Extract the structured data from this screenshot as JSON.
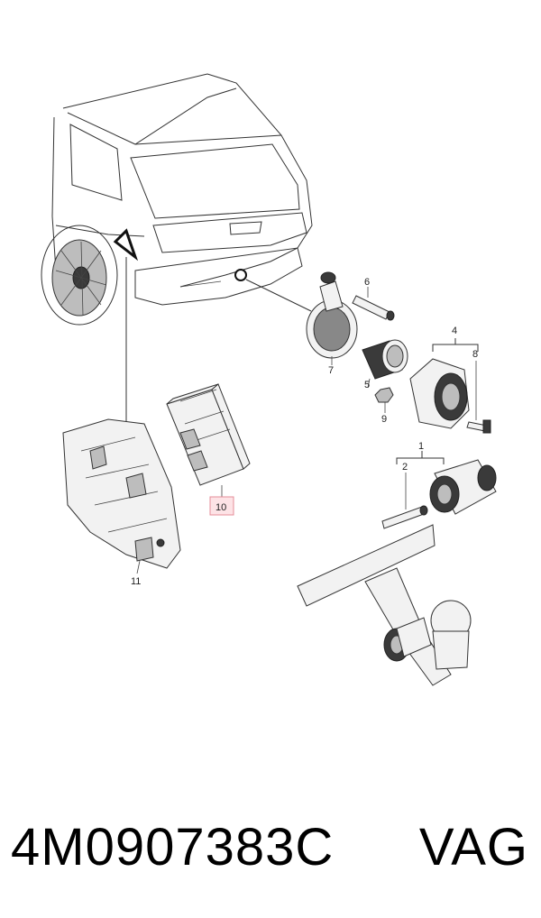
{
  "diagram": {
    "callouts": {
      "c1": "1",
      "c2": "2",
      "c4": "4",
      "c5": "5",
      "c6": "6",
      "c7": "7",
      "c8": "8",
      "c9": "9",
      "c10": "10",
      "c11": "11"
    },
    "highlighted_callout": "10",
    "highlight_color": "#fde3e6"
  },
  "caption": {
    "part_number": "4M0907383C",
    "brand": "VAG"
  }
}
